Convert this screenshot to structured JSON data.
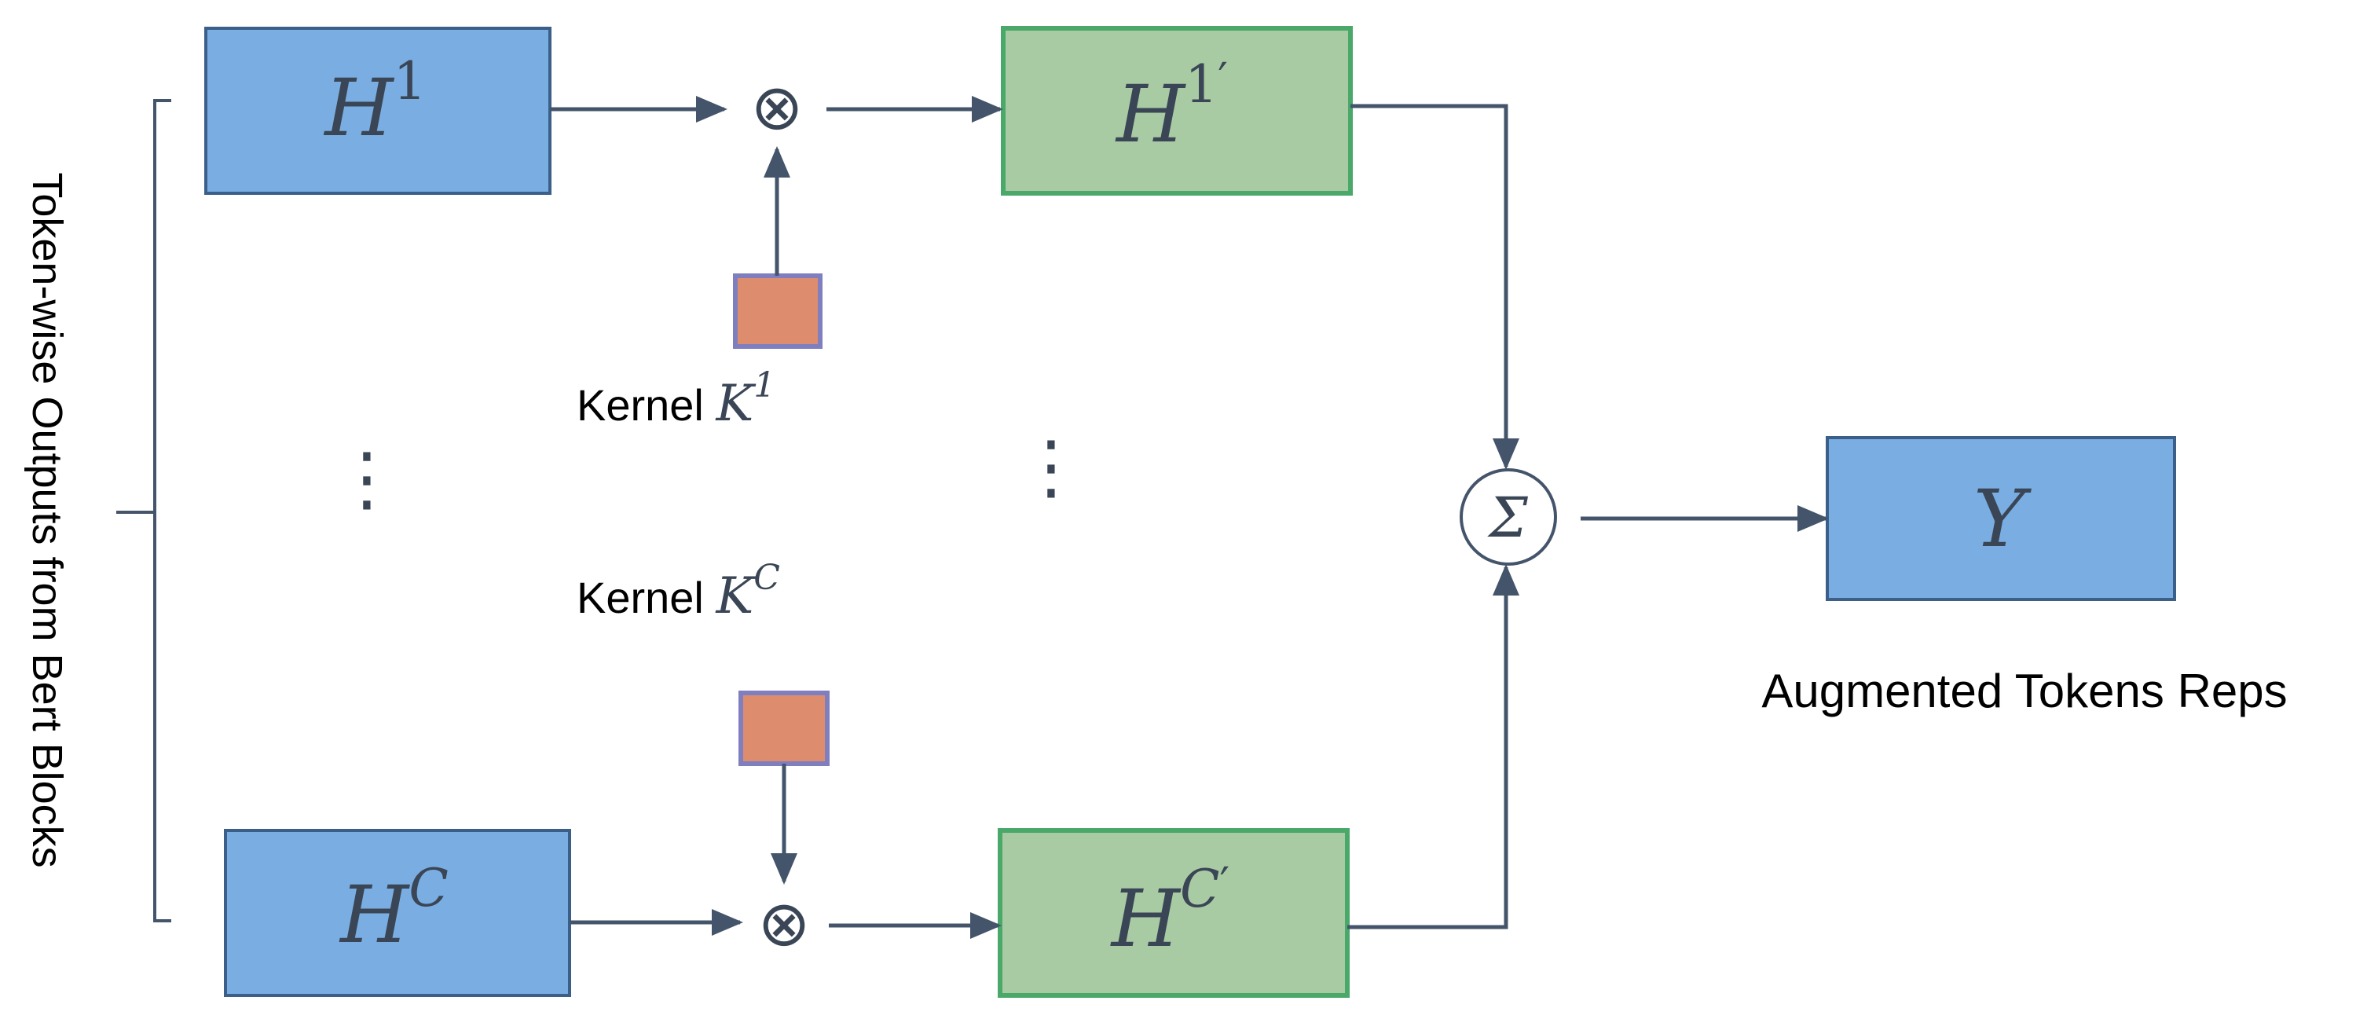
{
  "side_label": "Token-wise Outputs from Bert  Blocks",
  "nodes": {
    "h1": {
      "base": "H",
      "sup": "1"
    },
    "hc": {
      "base": "H",
      "sup": "C"
    },
    "h1_prime": {
      "base": "H",
      "sup": "1",
      "prime": "′"
    },
    "hc_prime": {
      "base": "H",
      "sup": "C",
      "prime": "′"
    },
    "y": {
      "base": "Y"
    }
  },
  "kernels": {
    "k1": {
      "text": "Kernel ",
      "base": "K",
      "sup": "1"
    },
    "kc": {
      "text": "Kernel ",
      "base": "K",
      "sup": "C"
    }
  },
  "operators": {
    "multiply": "⊗",
    "sum": "Σ"
  },
  "ellipsis": "⋮",
  "output_label": "Augmented Tokens Reps",
  "colors": {
    "input_box": "#7aaee2",
    "input_border": "#3c5f8a",
    "conv_box": "#a9cba3",
    "conv_border": "#4aa86a",
    "kernel_box": "#de8c6e",
    "kernel_border": "#7f7fc0",
    "arrow": "#44546a"
  }
}
